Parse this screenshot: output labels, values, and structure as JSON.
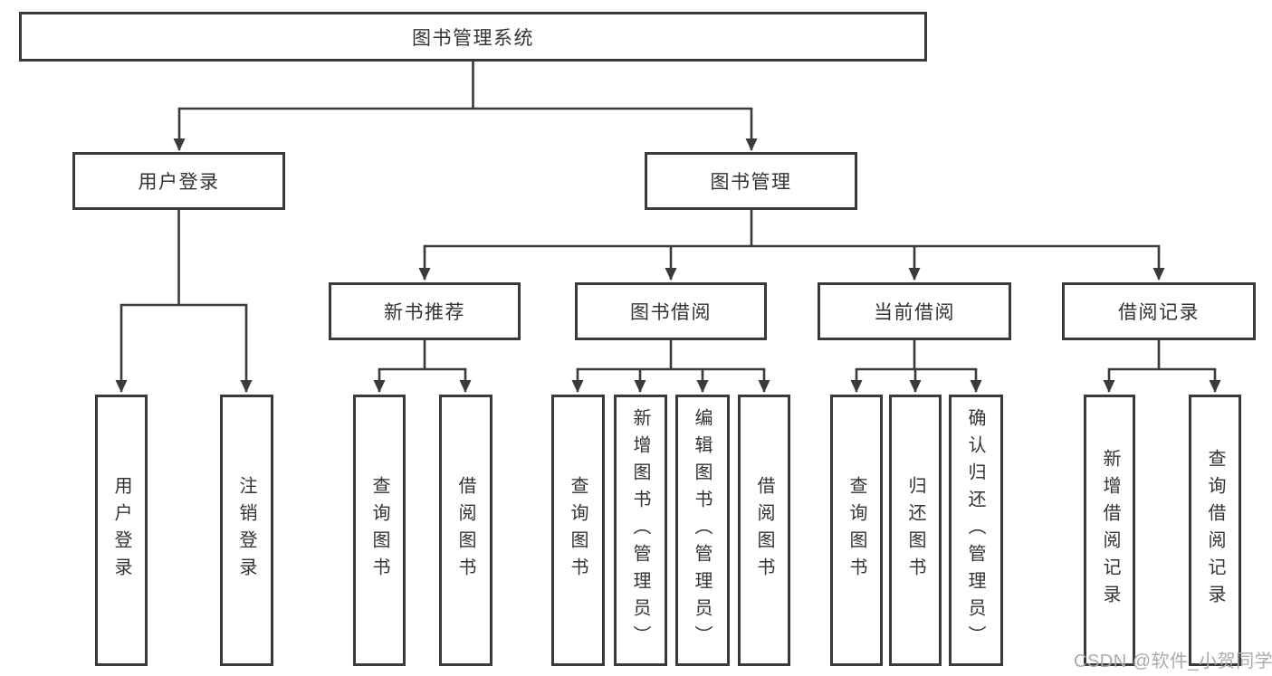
{
  "nodes": {
    "root": "图书管理系统",
    "user_login": "用户登录",
    "book_management": "图书管理",
    "new_book_recommend": "新书推荐",
    "book_borrowing": "图书借阅",
    "current_borrowing": "当前借阅",
    "borrowing_records": "借阅记录",
    "user_login_leaf": "用户登录",
    "logout": "注销登录",
    "recommend_query_books": "查询图书",
    "recommend_borrow_books": "借阅图书",
    "borrowing_query_books": "查询图书",
    "borrowing_add_books": "新增图书（管理员）",
    "borrowing_edit_books": "编辑图书（管理员）",
    "borrowing_borrow_books": "借阅图书",
    "current_query_books": "查询图书",
    "current_return_books": "归还图书",
    "current_confirm_return": "确认归还（管理员）",
    "records_add_record": "新增借阅记录",
    "records_query_record": "查询借阅记录"
  },
  "edges": [
    [
      "root",
      "user_login"
    ],
    [
      "root",
      "book_management"
    ],
    [
      "user_login",
      "user_login_leaf"
    ],
    [
      "user_login",
      "logout"
    ],
    [
      "book_management",
      "new_book_recommend"
    ],
    [
      "book_management",
      "book_borrowing"
    ],
    [
      "book_management",
      "current_borrowing"
    ],
    [
      "book_management",
      "borrowing_records"
    ],
    [
      "new_book_recommend",
      "recommend_query_books"
    ],
    [
      "new_book_recommend",
      "recommend_borrow_books"
    ],
    [
      "book_borrowing",
      "borrowing_query_books"
    ],
    [
      "book_borrowing",
      "borrowing_add_books"
    ],
    [
      "book_borrowing",
      "borrowing_edit_books"
    ],
    [
      "book_borrowing",
      "borrowing_borrow_books"
    ],
    [
      "current_borrowing",
      "current_query_books"
    ],
    [
      "current_borrowing",
      "current_return_books"
    ],
    [
      "current_borrowing",
      "current_confirm_return"
    ],
    [
      "borrowing_records",
      "records_add_record"
    ],
    [
      "borrowing_records",
      "records_query_record"
    ]
  ],
  "watermark": "CSDN @软件_小贺同学",
  "colors": {
    "line": "#3a3a3c",
    "text": "#333333",
    "watermark": "#ababab",
    "box_background": "#ffffff"
  }
}
